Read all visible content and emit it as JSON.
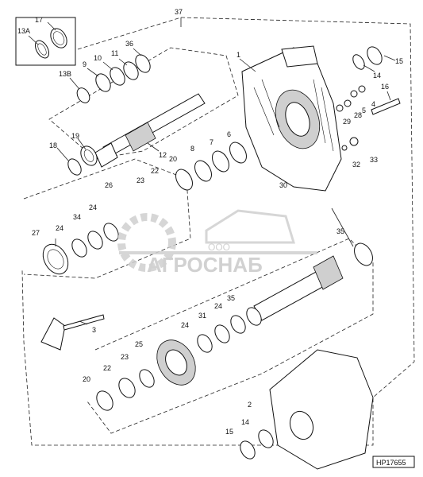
{
  "diagram": {
    "drawing_code": "HP17655",
    "watermark": {
      "small": "ООО",
      "brand": "АГРОСНАБ"
    },
    "callouts": [
      {
        "id": "c37",
        "text": "37"
      },
      {
        "id": "c17",
        "text": "17"
      },
      {
        "id": "c13A",
        "text": "13A"
      },
      {
        "id": "c36",
        "text": "36"
      },
      {
        "id": "c11",
        "text": "11"
      },
      {
        "id": "c10",
        "text": "10"
      },
      {
        "id": "c9",
        "text": "9"
      },
      {
        "id": "c13B",
        "text": "13B"
      },
      {
        "id": "c1",
        "text": "1"
      },
      {
        "id": "c14a",
        "text": "14"
      },
      {
        "id": "c15a",
        "text": "15"
      },
      {
        "id": "c4",
        "text": "4"
      },
      {
        "id": "c5",
        "text": "5"
      },
      {
        "id": "c16",
        "text": "16"
      },
      {
        "id": "c28",
        "text": "28"
      },
      {
        "id": "c29",
        "text": "29"
      },
      {
        "id": "c32",
        "text": "32"
      },
      {
        "id": "c33",
        "text": "33"
      },
      {
        "id": "c12",
        "text": "12"
      },
      {
        "id": "c19",
        "text": "19"
      },
      {
        "id": "c18",
        "text": "18"
      },
      {
        "id": "c20a",
        "text": "20"
      },
      {
        "id": "c8",
        "text": "8"
      },
      {
        "id": "c7",
        "text": "7"
      },
      {
        "id": "c6",
        "text": "6"
      },
      {
        "id": "c22a",
        "text": "22"
      },
      {
        "id": "c23a",
        "text": "23"
      },
      {
        "id": "c26",
        "text": "26"
      },
      {
        "id": "c30",
        "text": "30"
      },
      {
        "id": "c24a",
        "text": "24"
      },
      {
        "id": "c34",
        "text": "34"
      },
      {
        "id": "c24b",
        "text": "24"
      },
      {
        "id": "c27",
        "text": "27"
      },
      {
        "id": "c35a",
        "text": "35"
      },
      {
        "id": "c3",
        "text": "3"
      },
      {
        "id": "c35b",
        "text": "35"
      },
      {
        "id": "c24c",
        "text": "24"
      },
      {
        "id": "c31",
        "text": "31"
      },
      {
        "id": "c24d",
        "text": "24"
      },
      {
        "id": "c25",
        "text": "25"
      },
      {
        "id": "c22b",
        "text": "22"
      },
      {
        "id": "c23b",
        "text": "23"
      },
      {
        "id": "c20b",
        "text": "20"
      },
      {
        "id": "c2",
        "text": "2"
      },
      {
        "id": "c14b",
        "text": "14"
      },
      {
        "id": "c15b",
        "text": "15"
      }
    ]
  }
}
